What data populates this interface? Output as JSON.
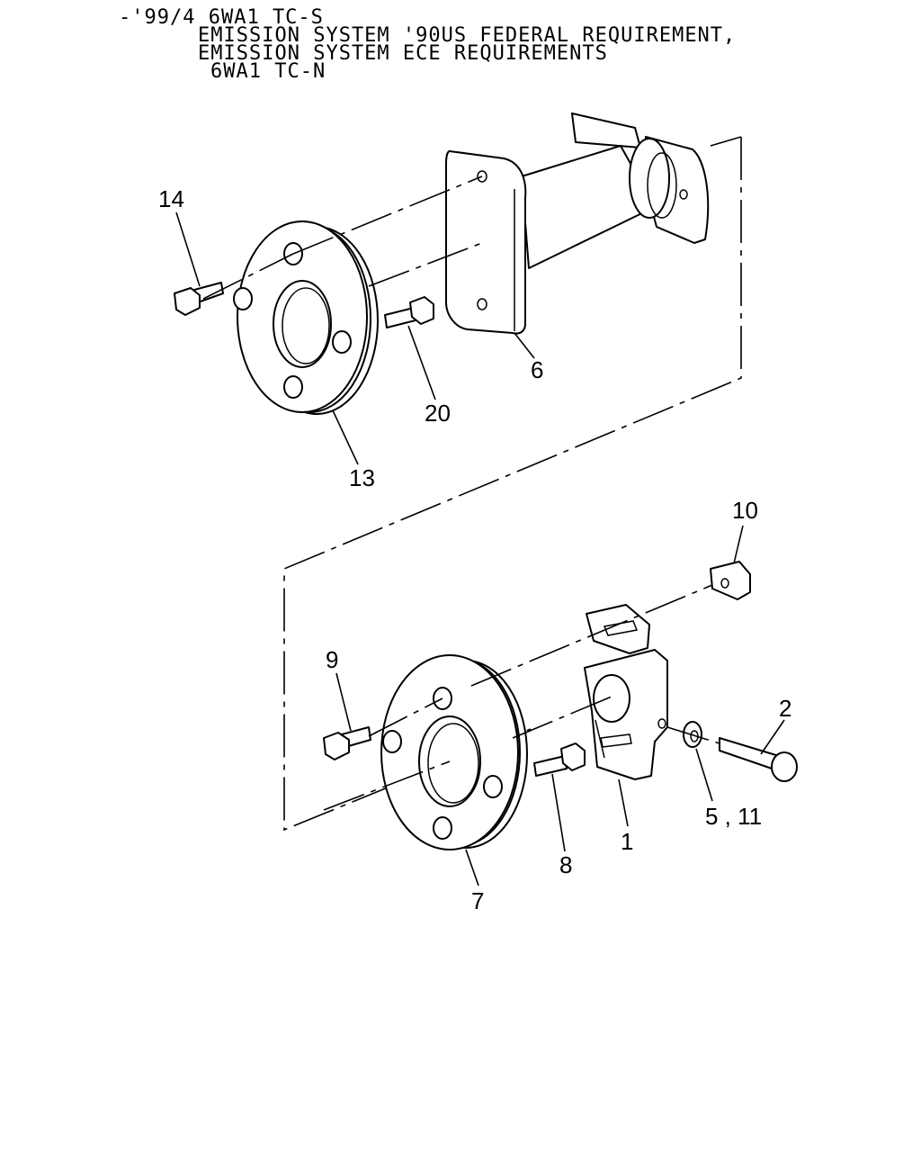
{
  "header": {
    "line1": "-'99/4 6WA1  TC-S",
    "line2": "EMISSION SYSTEM '90US FEDERAL REQUIREMENT,",
    "line3": "EMISSION SYSTEM ECE REQUIREMENTS",
    "line4": "6WA1  TC-N"
  },
  "callouts": {
    "c14": "14",
    "c20": "20",
    "c6": "6",
    "c13": "13",
    "c10": "10",
    "c9": "9",
    "c2": "2",
    "c5_11": "5 , 11",
    "c1": "1",
    "c8": "8",
    "c7": "7"
  },
  "parts": [
    {
      "number": "1",
      "name": "bracket"
    },
    {
      "number": "2",
      "name": "bolt"
    },
    {
      "number": "5 , 11",
      "name": "washer"
    },
    {
      "number": "6",
      "name": "shaft-with-flange"
    },
    {
      "number": "7",
      "name": "coupling-disc"
    },
    {
      "number": "8",
      "name": "bolt"
    },
    {
      "number": "9",
      "name": "bolt"
    },
    {
      "number": "10",
      "name": "nut"
    },
    {
      "number": "13",
      "name": "coupling-disc"
    },
    {
      "number": "14",
      "name": "bolt"
    },
    {
      "number": "20",
      "name": "bolt"
    }
  ],
  "colors": {
    "line": "#000000",
    "background": "#ffffff"
  }
}
